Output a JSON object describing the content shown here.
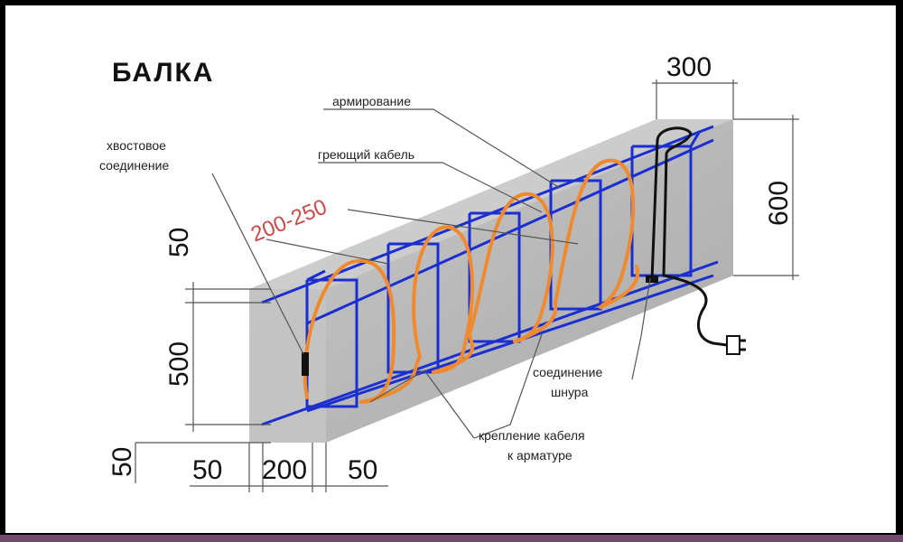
{
  "title": "БАЛКА",
  "labels": {
    "tail": "хвостовое",
    "tail2": "соединение",
    "reinforcement": "армирование",
    "heating_cable": "греющий кабель",
    "spacing": "200-250",
    "cord_joint": "соединение",
    "cord_joint2": "шнура",
    "cable_mount": "крепление кабеля",
    "cable_mount2": "к арматуре"
  },
  "dimensions": {
    "top_width": "300",
    "height": "600",
    "top_cover": "50",
    "core_height": "500",
    "bottom_cover": "50",
    "left_cover": "50",
    "core_width": "200",
    "right_cover": "50"
  },
  "colors": {
    "concrete": "#b7b7b7",
    "rebar": "#1b2fd0",
    "cable": "#f08a2e",
    "spacing_text": "#c94a4a",
    "background": "#ffffff"
  }
}
